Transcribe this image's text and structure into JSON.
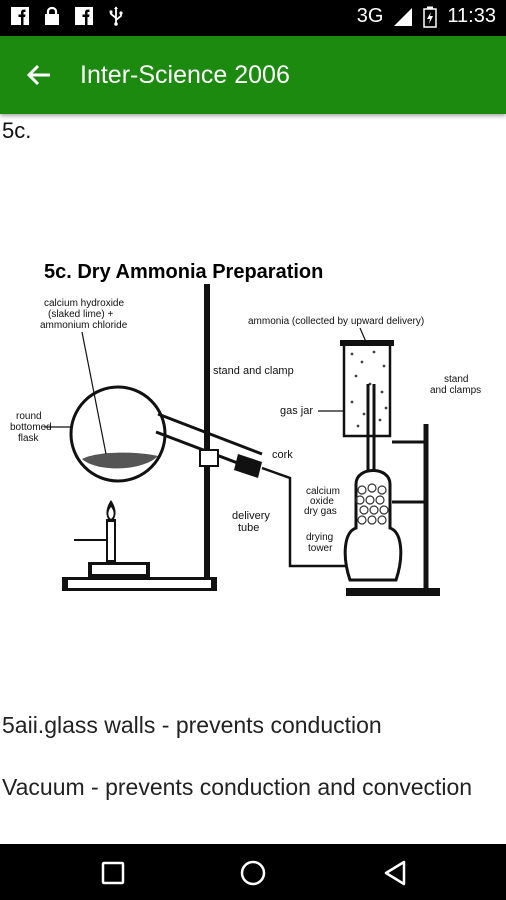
{
  "status_bar": {
    "icons": [
      "facebook-icon",
      "lock-icon",
      "facebook-icon",
      "usb-icon"
    ],
    "network": "3G",
    "time": "11:33"
  },
  "app_bar": {
    "title": "Inter-Science 2006"
  },
  "content": {
    "section_label": "5c.",
    "diagram": {
      "title": "5c. Dry Ammonia Preparation",
      "labels": {
        "reagents": "calcium hydroxide (slaked lime) + ammonium chloride",
        "flask": "round bottomed flask",
        "stand": "stand and clamp",
        "ammonia": "ammonia (collected by upward delivery)",
        "stands": "stand and clamps",
        "gas_jar": "gas jar",
        "cork": "cork",
        "cao": "calcium oxide dry gas",
        "delivery": "delivery tube",
        "tower": "drying tower"
      }
    },
    "answer_1": "5aii.glass walls - prevents conduction",
    "answer_2": "Vacuum - prevents conduction and convection"
  },
  "nav_bar": {
    "buttons": [
      "back-triangle",
      "home-circle",
      "recents-square"
    ]
  }
}
